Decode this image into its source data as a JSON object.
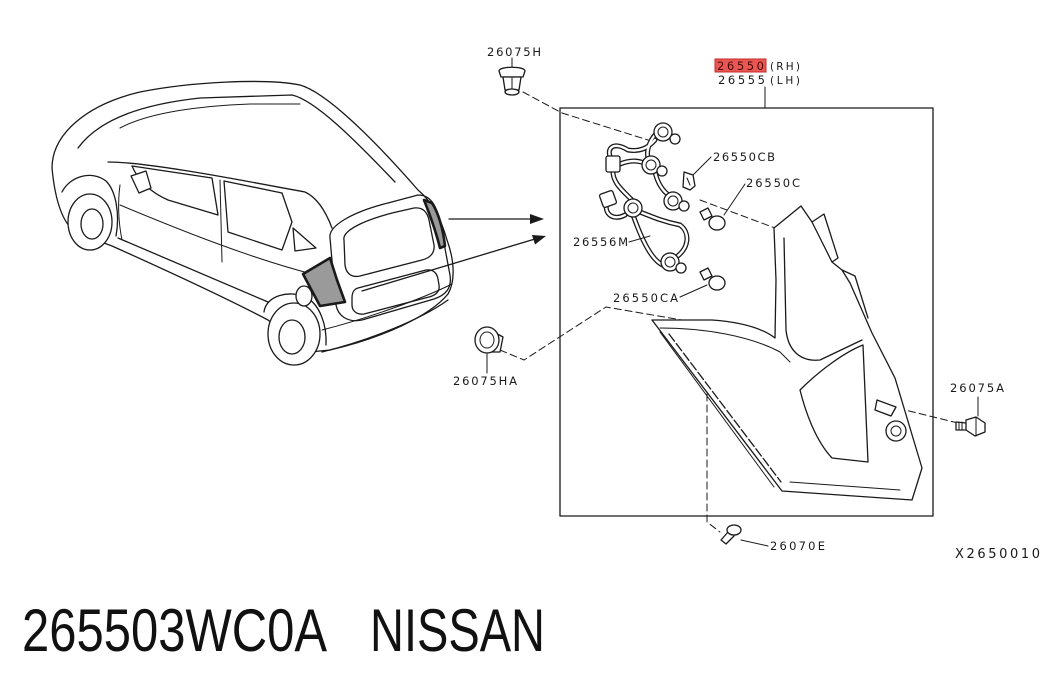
{
  "diagram": {
    "callouts": {
      "clip_upper": "26075H",
      "lamp_rh_number": "26550",
      "lamp_rh_side": "(RH)",
      "lamp_lh_number": "26555",
      "lamp_lh_side": "(LH)",
      "bulb_cb": "26550CB",
      "bulb_c": "26550C",
      "harness": "26556M",
      "bulb_ca": "26550CA",
      "clip_left": "26075HA",
      "bolt_right": "26075A",
      "screw_bottom": "26070E"
    },
    "figure_code": "X2650010",
    "highlight_color": "#e53935",
    "line_color": "#1a1a1a"
  },
  "caption": {
    "part_number": "265503WC0A",
    "brand": "NISSAN"
  }
}
